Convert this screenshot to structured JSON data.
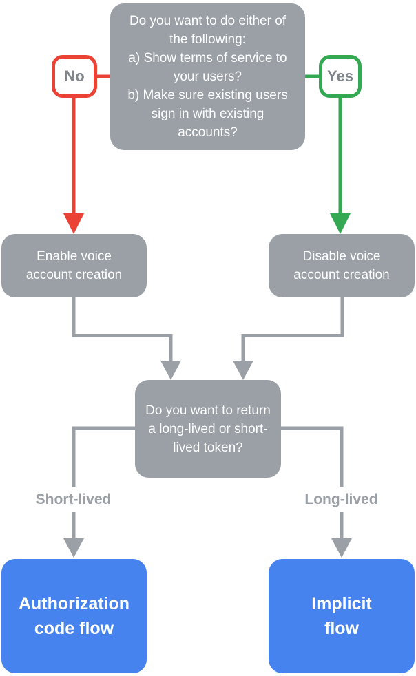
{
  "colors": {
    "node_gray": "#9AA0A6",
    "connector_gray": "#9AA0A6",
    "no_red": "#EA4335",
    "yes_green": "#34A853",
    "flow_blue": "#4683EE",
    "badge_text": "#80868B",
    "branch_label_text": "#9AA0A6",
    "node_text": "#FFFFFF",
    "background": "#FFFFFF"
  },
  "nodes": {
    "question_top": {
      "lines": [
        "Do you want to do either of the following:",
        "a) Show terms of service to your users?",
        "b) Make sure existing users sign in with existing accounts?"
      ]
    },
    "enable": {
      "label": "Enable voice account creation"
    },
    "disable": {
      "label": "Disable voice account creation"
    },
    "question_token": {
      "label": "Do you want to return a long-lived or short-lived token?"
    },
    "auth_code": {
      "line1": "Authorization",
      "line2": "code flow"
    },
    "implicit": {
      "line1": "Implicit",
      "line2": "flow"
    }
  },
  "badges": {
    "no": "No",
    "yes": "Yes"
  },
  "branch_labels": {
    "short": "Short-lived",
    "long": "Long-lived"
  }
}
